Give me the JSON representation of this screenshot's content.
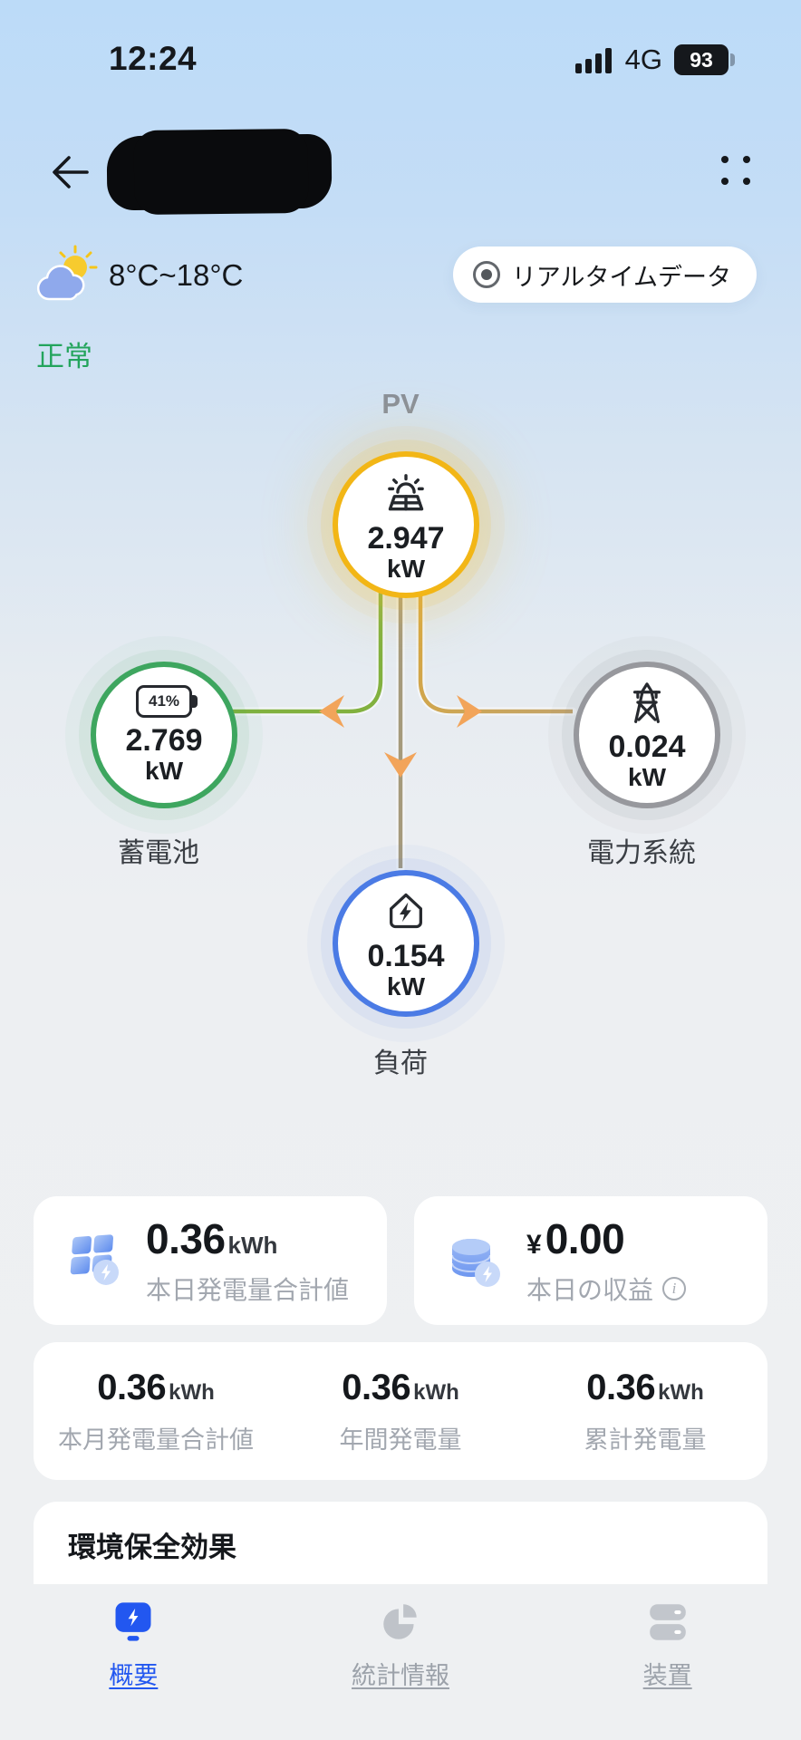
{
  "status_bar": {
    "time": "12:24",
    "network": "4G",
    "battery_percent": "93"
  },
  "weather": {
    "temp_range": "8°C~18°C"
  },
  "realtime_button": {
    "label": "リアルタイムデータ"
  },
  "plant_status": {
    "label": "正常"
  },
  "flow": {
    "pv": {
      "label": "PV",
      "value": "2.947",
      "unit": "kW"
    },
    "battery": {
      "label": "蓄電池",
      "soc": "41%",
      "value": "2.769",
      "unit": "kW"
    },
    "grid": {
      "label": "電力系統",
      "value": "0.024",
      "unit": "kW"
    },
    "load": {
      "label": "負荷",
      "value": "0.154",
      "unit": "kW"
    }
  },
  "stats": {
    "today_yield": {
      "value": "0.36",
      "unit": "kWh",
      "label": "本日発電量合計値"
    },
    "today_revenue": {
      "currency": "¥",
      "value": "0.00",
      "label": "本日の収益"
    },
    "month_yield": {
      "value": "0.36",
      "unit": "kWh",
      "label": "本月発電量合計値"
    },
    "year_yield": {
      "value": "0.36",
      "unit": "kWh",
      "label": "年間発電量"
    },
    "total_yield": {
      "value": "0.36",
      "unit": "kWh",
      "label": "累計発電量"
    }
  },
  "env_section": {
    "title": "環境保全効果"
  },
  "nav": {
    "items": [
      {
        "label": "概要"
      },
      {
        "label": "統計情報"
      },
      {
        "label": "装置"
      }
    ]
  },
  "colors": {
    "accent_blue": "#2257F0",
    "pv_yellow": "#F2B616",
    "battery_green": "#3EA65F",
    "grid_gray": "#97989D",
    "load_blue": "#4B7BE5",
    "status_green": "#23A45C",
    "flow_green_line": "#82B13F",
    "flow_gold_line": "#C5A258",
    "flow_load_line": "#A59A7C",
    "flow_arrow": "#F2A45A"
  }
}
